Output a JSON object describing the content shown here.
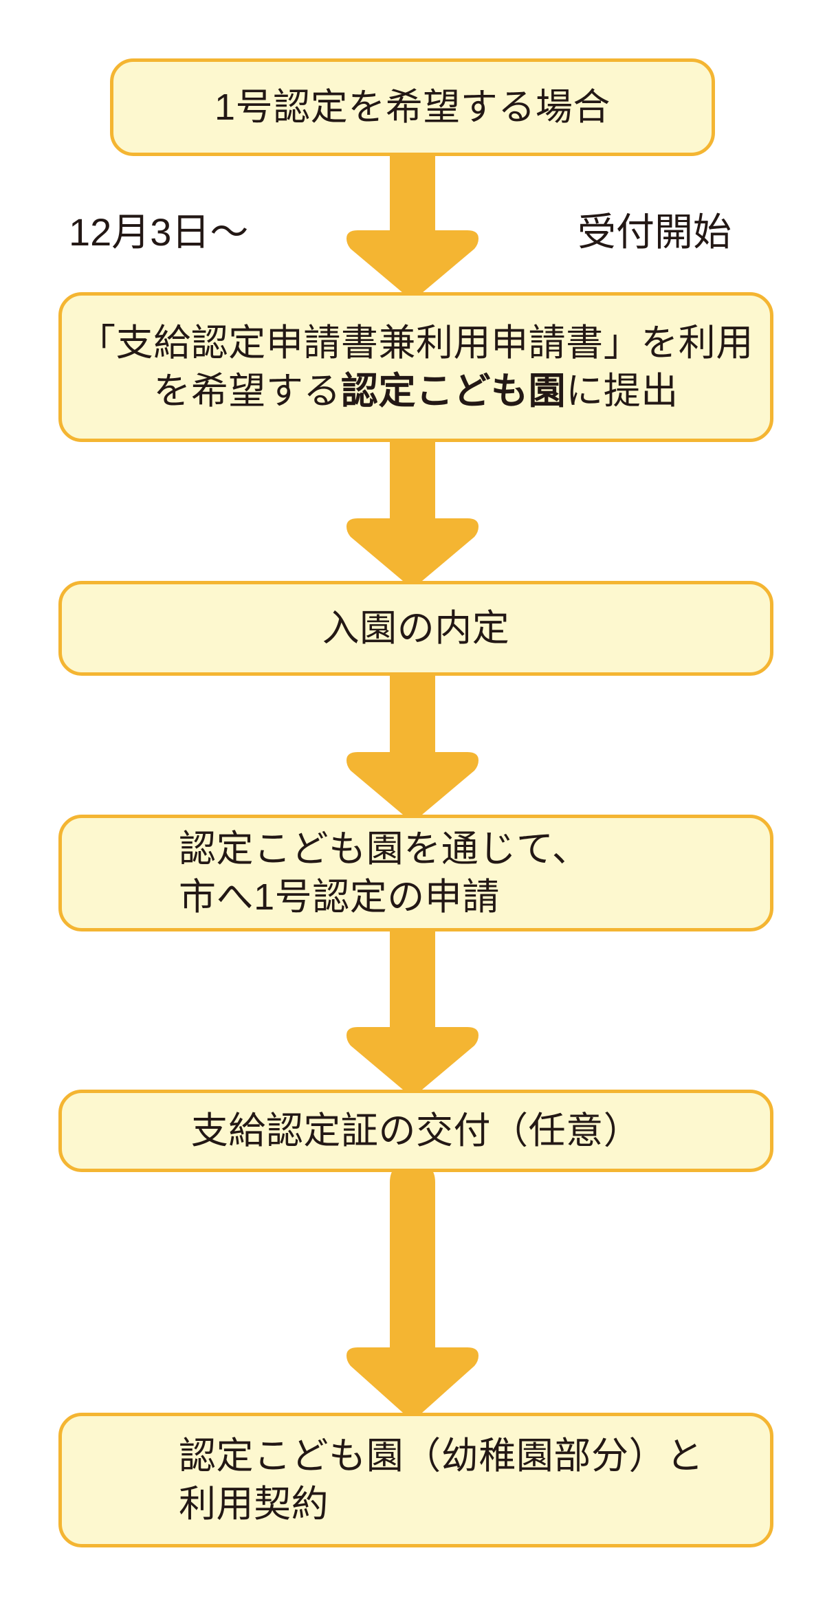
{
  "diagram": {
    "title": "1号認定を希望する場合",
    "accent_color": "#f4b532",
    "box_fill_color": "#fdf8cf",
    "text_color": "#231815",
    "background_color": "#ffffff",
    "captions": [
      {
        "id": "start-date",
        "text": "12月3日～"
      },
      {
        "id": "reception-start",
        "text": "受付開始"
      }
    ],
    "nodes": [
      {
        "id": "node-1",
        "text": "1号認定を希望する場合",
        "align": "center"
      },
      {
        "id": "node-2",
        "text_before": "「支給認定申請書兼利用申請書」を利用\nを希望する",
        "text_strong": "認定こども園",
        "text_after": "に提出",
        "align": "center"
      },
      {
        "id": "node-3",
        "text": "入園の内定",
        "align": "center"
      },
      {
        "id": "node-4",
        "text": "認定こども園を通じて、\n市へ1号認定の申請",
        "align": "lead"
      },
      {
        "id": "node-5",
        "text": "支給認定証の交付（任意）",
        "align": "center"
      },
      {
        "id": "node-6",
        "text": "認定こども園（幼稚園部分）と\n利用契約",
        "align": "lead"
      }
    ],
    "arrows": [
      {
        "id": "arrow-1",
        "from": "node-1",
        "to": "node-2"
      },
      {
        "id": "arrow-2",
        "from": "node-2",
        "to": "node-3"
      },
      {
        "id": "arrow-3",
        "from": "node-3",
        "to": "node-4"
      },
      {
        "id": "arrow-4",
        "from": "node-4",
        "to": "node-5"
      },
      {
        "id": "arrow-5",
        "from": "node-5",
        "to": "node-6"
      }
    ]
  }
}
